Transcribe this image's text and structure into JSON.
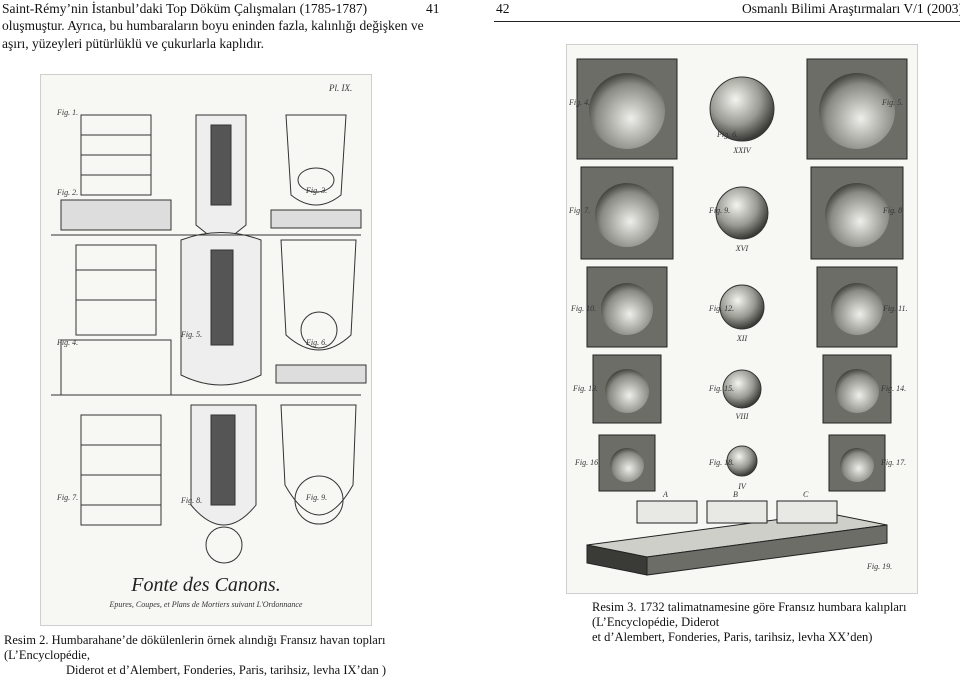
{
  "left_page": {
    "running_title": "Saint-Rémy’nin İstanbul’daki Top Döküm Çalışmaları (1785-1787)",
    "page_number": "41",
    "body_lines": [
      "oluşmuştur. Ayrıca, bu humbaraların boyu eninden fazla, kalınlığı değişken ve",
      "aşırı, yüzeyleri pütürlüklü ve çukurlarla kaplıdır."
    ],
    "plate": {
      "plate_label": "Pl. IX.",
      "fig_labels": [
        "Fig. 1.",
        "Fig. 2.",
        "Fig. 3.",
        "Fig. 4.",
        "Fig. 5.",
        "Fig. 6.",
        "Fig. 7.",
        "Fig. 8.",
        "Fig. 9."
      ],
      "title": "Fonte des Canons.",
      "subtitle": "Epures, Coupes, et Plans de Mortiers suivant L'Ordonnance"
    },
    "caption_lines": [
      "Resim 2. Humbarahane’de dökülenlerin örnek alındığı Fransız havan topları  (L’Encyclopédie,",
      "Diderot et d’Alembert, Fonderies, Paris, tarihsiz, levha IX’dan )"
    ]
  },
  "right_page": {
    "page_number": "42",
    "running_title": "Osmanlı Bilimi Araştırmaları V/1 (2003)",
    "plate": {
      "row_labels": [
        "XXIV",
        "XVI",
        "XII",
        "VIII",
        "IV"
      ],
      "fig_labels": [
        "Fig. 4.",
        "Fig. 5.",
        "Fig. 6.",
        "Fig. 7.",
        "Fig. 8.",
        "Fig. 9.",
        "Fig. 10.",
        "Fig. 11.",
        "Fig. 12.",
        "Fig. 13.",
        "Fig. 14.",
        "Fig. 15.",
        "Fig. 16.",
        "Fig. 17.",
        "Fig. 18.",
        "Fig. 19."
      ],
      "mold_letters": [
        "A",
        "B",
        "C"
      ]
    },
    "caption_lines": [
      "Resim 3. 1732 talimatnamesine göre Fransız humbara kalıpları (L’Encyclopédie, Diderot",
      "et d’Alembert, Fonderies, Paris, tarihsiz, levha XX’den)"
    ]
  }
}
